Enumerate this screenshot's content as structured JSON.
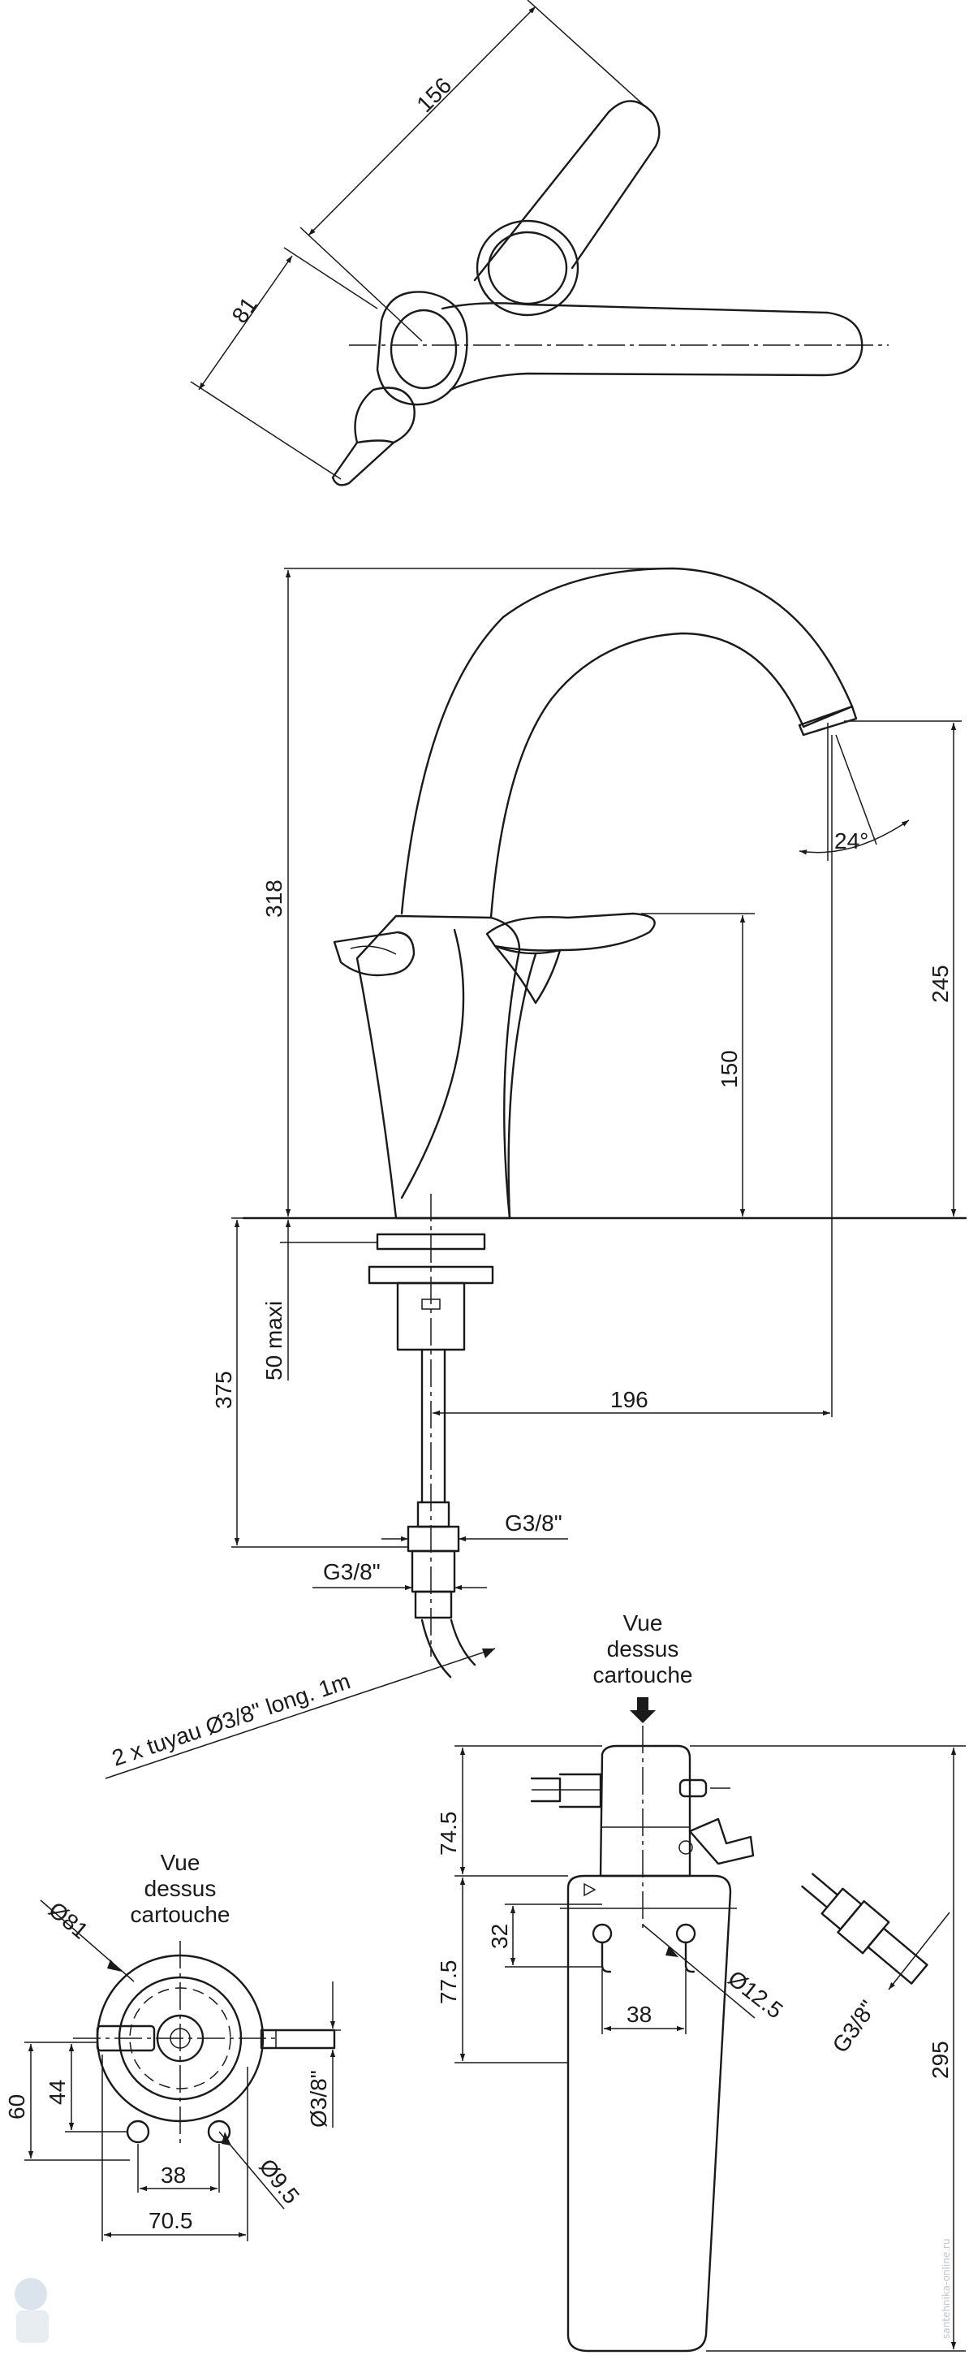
{
  "dimensions": {
    "d156": "156",
    "d81": "81",
    "d318": "318",
    "d24": "24°",
    "d245": "245",
    "d150": "150",
    "d50maxi": "50 maxi",
    "d375": "375",
    "d196": "196",
    "g38_top": "G3/8\"",
    "g38_bottom": "G3/8\"",
    "hose_note": "2 x tuyau Ø3/8\" long. 1m",
    "d74_5": "74.5",
    "d77_5": "77.5",
    "d32": "32",
    "d38_right": "38",
    "d12_5": "Ø12.5",
    "d295": "295",
    "g38_right": "G3/8\"",
    "d81_left": "Ø81",
    "d60": "60",
    "d44": "44",
    "d38_left": "38",
    "d70_5": "70.5",
    "d3_8_left": "Ø3/8\"",
    "d9_5": "Ø9.5"
  },
  "view_labels": {
    "right": [
      "Vue",
      "dessus",
      "cartouche"
    ],
    "left": [
      "Vue",
      "dessus",
      "cartouche"
    ]
  },
  "watermark": "santehnika-online.ru",
  "colors": {
    "line": "#1a1a1a",
    "background": "#ffffff"
  }
}
